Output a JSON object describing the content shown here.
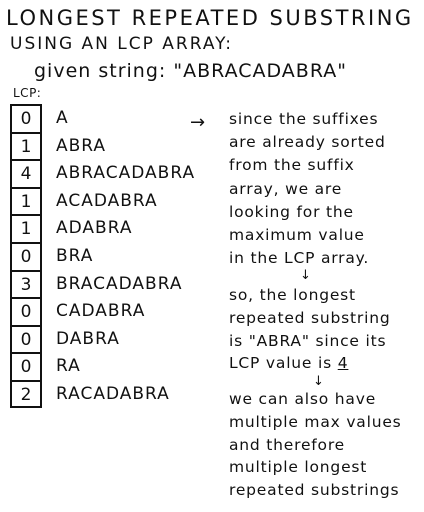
{
  "heading": {
    "line1": "LONGEST REPEATED SUBSTRING",
    "line2": "USING AN LCP ARRAY:"
  },
  "given": {
    "label": "given string:",
    "value": "\"ABRACADABRA\""
  },
  "lcp_label": "LCP:",
  "rows": [
    {
      "lcp": "0",
      "suffix": "A"
    },
    {
      "lcp": "1",
      "suffix": "ABRA"
    },
    {
      "lcp": "4",
      "suffix": "ABRACADABRA"
    },
    {
      "lcp": "1",
      "suffix": "ACADABRA"
    },
    {
      "lcp": "1",
      "suffix": "ADABRA"
    },
    {
      "lcp": "0",
      "suffix": "BRA"
    },
    {
      "lcp": "3",
      "suffix": "BRACADABRA"
    },
    {
      "lcp": "0",
      "suffix": "CADABRA"
    },
    {
      "lcp": "0",
      "suffix": "DABRA"
    },
    {
      "lcp": "0",
      "suffix": "RA"
    },
    {
      "lcp": "2",
      "suffix": "RACADABRA"
    }
  ],
  "arrow": "→",
  "notes": {
    "para1": [
      "since the suffixes",
      "are already sorted",
      "from the suffix",
      "array, we are",
      "looking for the",
      "maximum value",
      "in the LCP array."
    ],
    "down_arrow": "↓",
    "para2": [
      "so, the longest",
      "repeated substring",
      "is \"ABRA\" since its"
    ],
    "para2_last_prefix": "LCP value is ",
    "para2_last_value": "4",
    "para3": [
      "we can also have",
      "multiple max values",
      "and therefore",
      "multiple longest",
      "repeated substrings"
    ]
  }
}
